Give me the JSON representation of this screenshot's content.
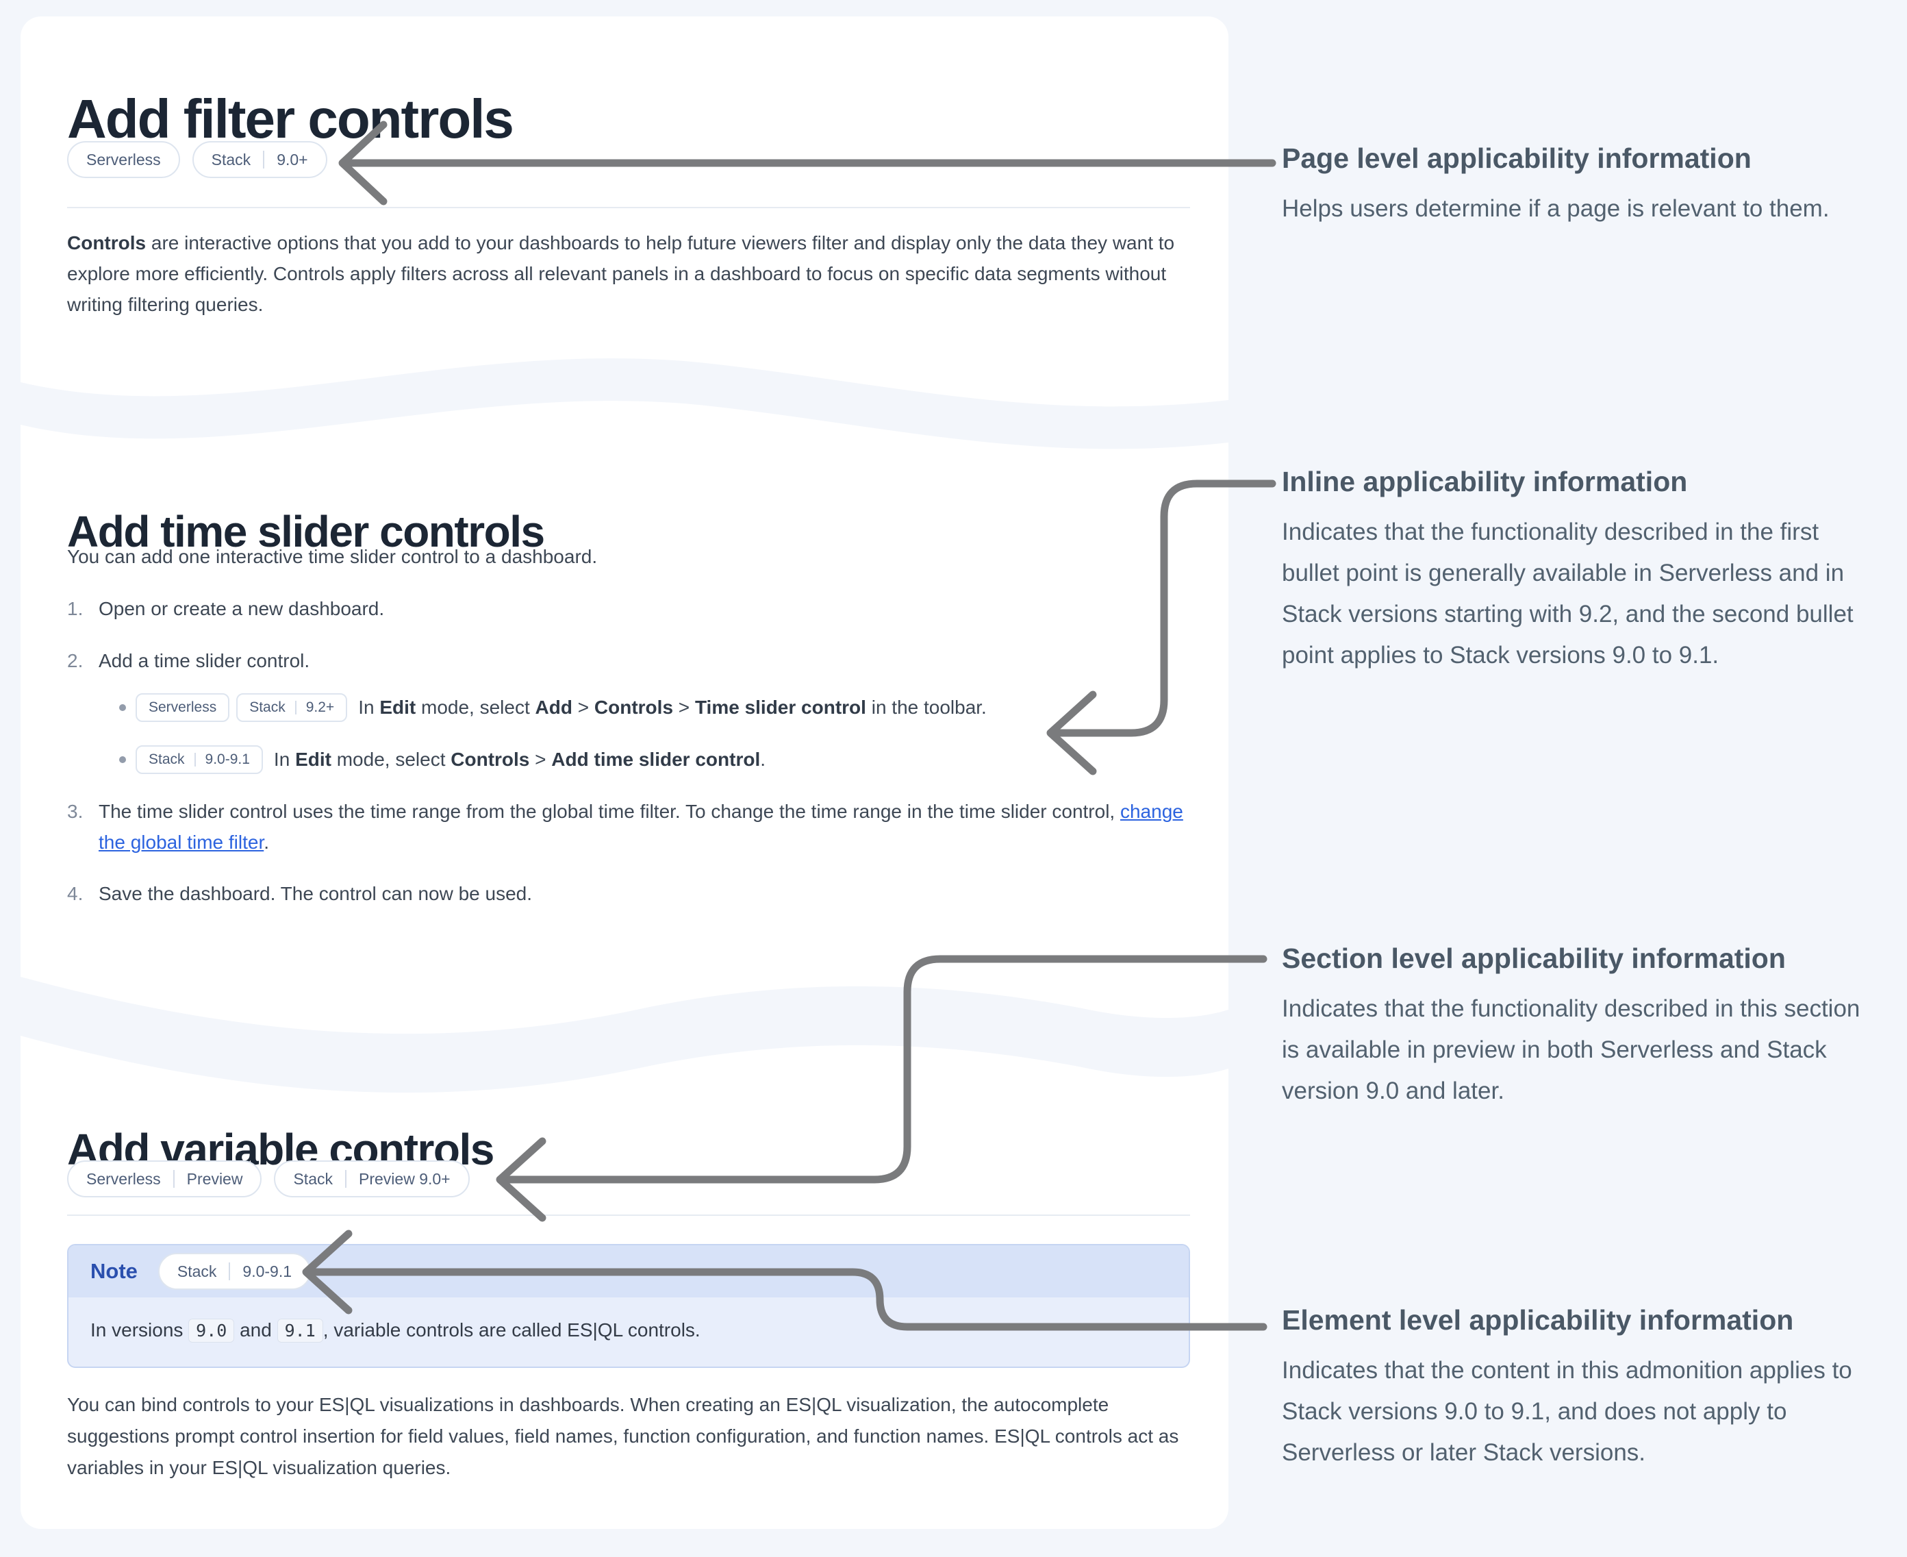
{
  "colors": {
    "page_bg": "#f3f6fb",
    "card_bg": "#ffffff",
    "arrow": "#7a7b7d",
    "link": "#2c63df",
    "note_header_bg": "#d7e2f8",
    "note_body_bg": "#e8eefb",
    "note_title_color": "#2a4fae"
  },
  "icons": {
    "arrow_style": "left-chevron-arrow"
  },
  "sections": {
    "filter": {
      "title": "Add filter controls",
      "badges": [
        [
          "Serverless"
        ],
        [
          "Stack",
          "9.0+"
        ]
      ],
      "intro_parts": [
        {
          "text": "Controls",
          "bold": true
        },
        {
          "text": " are interactive options that you add to your dashboards to help future viewers filter and display only the data they want to explore more efficiently. Controls apply filters across all relevant panels in a dashboard to focus on specific data segments without writing filtering queries."
        }
      ]
    },
    "timeslider": {
      "title": "Add time slider controls",
      "intro": "You can add one interactive time slider control to a dashboard.",
      "steps": [
        {
          "marker": "1.",
          "parts": [
            {
              "text": "Open or create a new dashboard."
            }
          ]
        },
        {
          "marker": "2.",
          "parts": [
            {
              "text": "Add a time slider control."
            }
          ]
        },
        {
          "marker": "3.",
          "parts": [
            {
              "text": "The time slider control uses the time range from the global time filter. To change the time range in the time slider control, "
            },
            {
              "text": "change the global time filter",
              "link": true
            },
            {
              "text": "."
            }
          ]
        },
        {
          "marker": "4.",
          "parts": [
            {
              "text": "Save the dashboard. The control can now be used."
            }
          ]
        }
      ],
      "bullets": [
        {
          "badges": [
            [
              "Serverless"
            ],
            [
              "Stack",
              "9.2+"
            ]
          ],
          "parts": [
            {
              "text": "In "
            },
            {
              "text": "Edit",
              "bold": true
            },
            {
              "text": " mode, select "
            },
            {
              "text": "Add",
              "bold": true
            },
            {
              "text": " > "
            },
            {
              "text": "Controls",
              "bold": true
            },
            {
              "text": " > "
            },
            {
              "text": "Time slider control",
              "bold": true
            },
            {
              "text": " in the toolbar."
            }
          ]
        },
        {
          "badges": [
            [
              "Stack",
              "9.0-9.1"
            ]
          ],
          "parts": [
            {
              "text": "In "
            },
            {
              "text": "Edit",
              "bold": true
            },
            {
              "text": " mode, select "
            },
            {
              "text": "Controls",
              "bold": true
            },
            {
              "text": " > "
            },
            {
              "text": "Add time slider control",
              "bold": true
            },
            {
              "text": "."
            }
          ]
        }
      ]
    },
    "variable": {
      "title": "Add variable controls",
      "badges": [
        [
          "Serverless",
          "Preview"
        ],
        [
          "Stack",
          "Preview 9.0+"
        ]
      ],
      "note": {
        "label": "Note",
        "badges": [
          [
            "Stack",
            "9.0-9.1"
          ]
        ],
        "parts": [
          {
            "text": "In versions "
          },
          {
            "text": "9.0",
            "code": true
          },
          {
            "text": " and "
          },
          {
            "text": "9.1",
            "code": true
          },
          {
            "text": ", variable controls are called ES|QL controls."
          }
        ]
      },
      "outro": "You can bind controls to your ES|QL visualizations in dashboards. When creating an ES|QL visualization, the autocomplete suggestions prompt control insertion for field values, field names, function configuration, and function names. ES|QL controls act as variables in your ES|QL visualization queries."
    }
  },
  "annotations": [
    {
      "title": "Page level applicability information",
      "body": "Helps users determine if a page is relevant to them."
    },
    {
      "title": "Inline applicability information",
      "body": "Indicates that the functionality described in the first bullet point is generally available in Serverless and in Stack versions starting with 9.2, and the second bullet point applies to Stack versions 9.0 to 9.1."
    },
    {
      "title": "Section level applicability information",
      "body": "Indicates that the functionality described in this section is available in preview in both Serverless and Stack version 9.0 and later."
    },
    {
      "title": "Element level applicability information",
      "body": "Indicates that the content in this admonition applies to Stack versions 9.0 to 9.1, and does not apply to Serverless or later Stack versions."
    }
  ]
}
